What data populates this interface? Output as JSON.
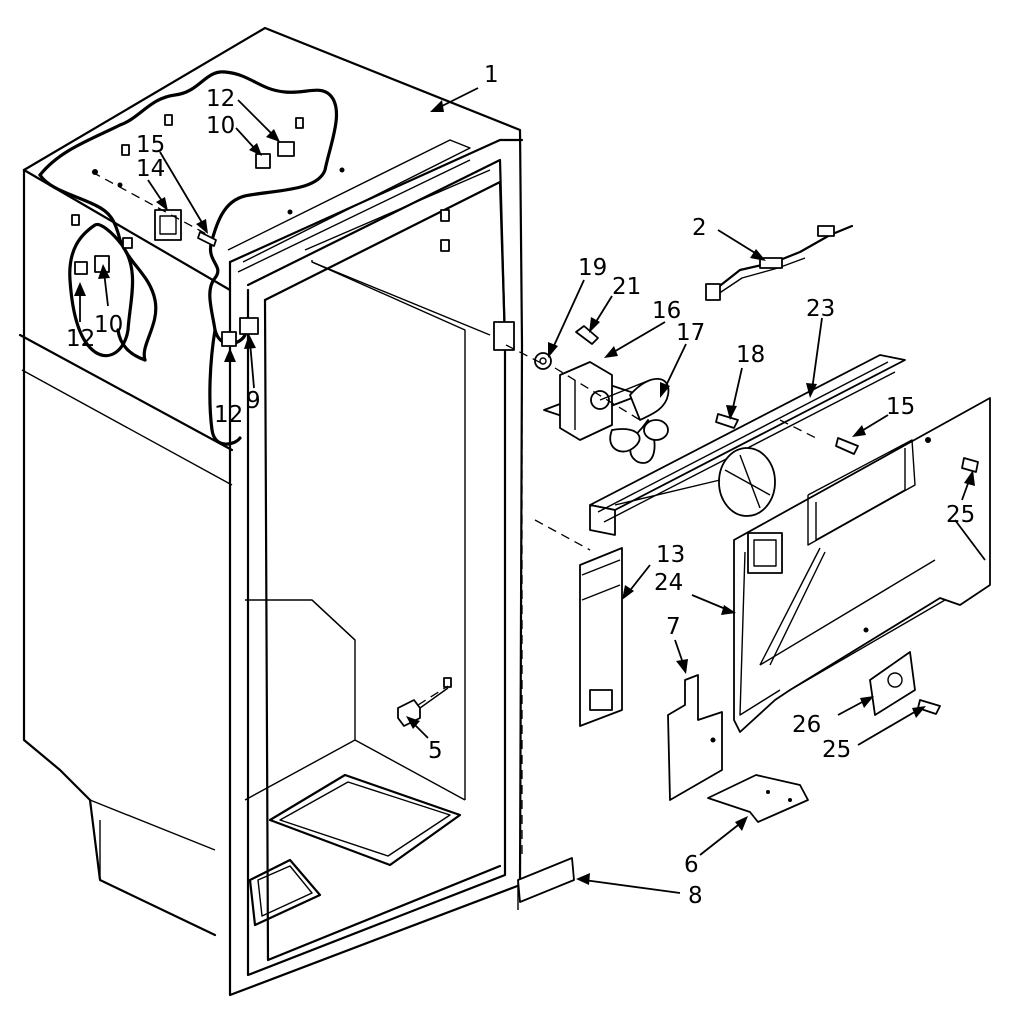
{
  "callouts": [
    {
      "id": "c1",
      "text": "1"
    },
    {
      "id": "c2",
      "text": "2"
    },
    {
      "id": "c19",
      "text": "19"
    },
    {
      "id": "c21",
      "text": "21"
    },
    {
      "id": "c16",
      "text": "16"
    },
    {
      "id": "c17",
      "text": "17"
    },
    {
      "id": "c18",
      "text": "18"
    },
    {
      "id": "c23",
      "text": "23"
    },
    {
      "id": "c15r",
      "text": "15"
    },
    {
      "id": "c25a",
      "text": "25"
    },
    {
      "id": "c13",
      "text": "13"
    },
    {
      "id": "c24",
      "text": "24"
    },
    {
      "id": "c7",
      "text": "7"
    },
    {
      "id": "c26",
      "text": "26"
    },
    {
      "id": "c25b",
      "text": "25"
    },
    {
      "id": "c6",
      "text": "6"
    },
    {
      "id": "c8",
      "text": "8"
    },
    {
      "id": "c5",
      "text": "5"
    },
    {
      "id": "c12a",
      "text": "12"
    },
    {
      "id": "c10a",
      "text": "10"
    },
    {
      "id": "c15l",
      "text": "15"
    },
    {
      "id": "c14",
      "text": "14"
    },
    {
      "id": "c12b",
      "text": "12"
    },
    {
      "id": "c10b",
      "text": "10"
    },
    {
      "id": "c12c",
      "text": "12"
    },
    {
      "id": "c9",
      "text": "9"
    }
  ]
}
